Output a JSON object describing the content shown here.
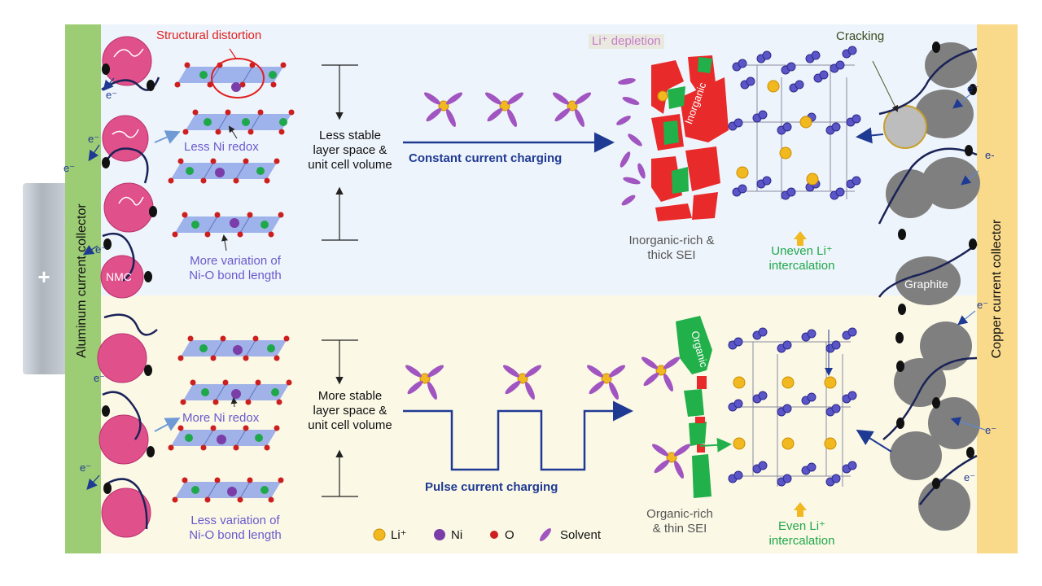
{
  "collectors": {
    "aluminum": "Aluminum current collector",
    "copper": "Copper current collector",
    "plus": "+"
  },
  "top": {
    "structural_distortion": "Structural distortion",
    "ni_redox": "Less Ni redox",
    "stability_line1": "Less stable",
    "stability_line2": "layer space &",
    "stability_line3": "unit cell volume",
    "bond_line1": "More variation of",
    "bond_line2": "Ni-O bond length",
    "charging": "Constant current charging",
    "li_depletion": "Li⁺ depletion",
    "sei_word": "Inorganic",
    "sei_line1": "Inorganic-rich &",
    "sei_line2": "thick SEI",
    "intercal_line1": "Uneven Li⁺",
    "intercal_line2": "intercalation",
    "cracking": "Cracking",
    "nmc": "NMC",
    "graphite": "Graphite"
  },
  "bottom": {
    "ni_redox": "More Ni redox",
    "stability_line1": "More stable",
    "stability_line2": "layer space &",
    "stability_line3": "unit cell volume",
    "bond_line1": "Less variation of",
    "bond_line2": "Ni-O bond length",
    "charging": "Pulse current charging",
    "sei_word": "Organic",
    "sei_line1": "Organic-rich",
    "sei_line2": "& thin SEI",
    "intercal_line1": "Even Li⁺",
    "intercal_line2": "intercalation"
  },
  "electron_label": "e⁻",
  "electron_label_alt": "e-",
  "legend": [
    {
      "label": "Li⁺",
      "icon": "li-ion-dot"
    },
    {
      "label": "Ni",
      "icon": "ni-dot"
    },
    {
      "label": "O",
      "icon": "o-dot"
    },
    {
      "label": "Solvent",
      "icon": "solvent-ellipse"
    }
  ],
  "colors": {
    "aluminum": "#9ccc74",
    "copper": "#f9d98a",
    "nmc": "#e0508a",
    "graphite": "#7f7f7f",
    "li": "#f2b81f",
    "ni": "#7b3ea8",
    "o": "#cc1f1f",
    "solvent": "#a055c0",
    "inorganic": "#e82a2a",
    "organic": "#22b04a",
    "arrow_blue": "#1f3a93",
    "annotation_purple": "#6a5acd",
    "distortion_red": "#e02020"
  }
}
